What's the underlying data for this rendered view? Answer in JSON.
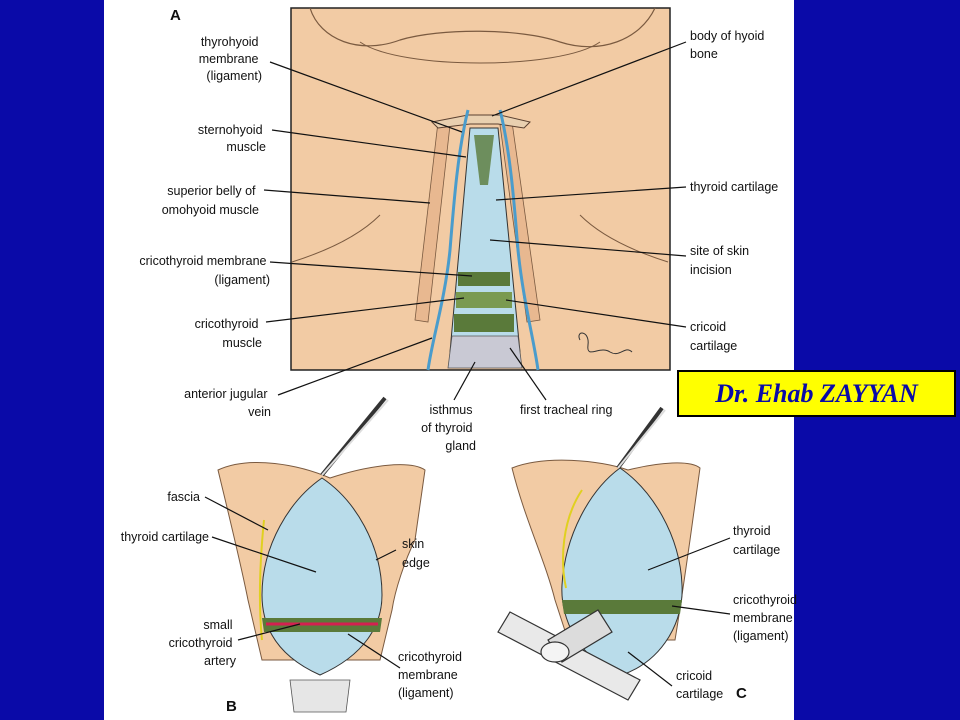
{
  "panels": {
    "a": "A",
    "b": "B",
    "c": "C"
  },
  "credit": "Dr. Ehab ZAYYAN",
  "labels": {
    "thyrohyoid_membrane": [
      "thyrohyoid",
      "membrane",
      "(ligament)"
    ],
    "sternohyoid_muscle": [
      "sternohyoid",
      "muscle"
    ],
    "superior_belly": [
      "superior belly of",
      "omohyoid muscle"
    ],
    "cricothyroid_membrane_a": [
      "cricothyroid membrane",
      "(ligament)"
    ],
    "cricothyroid_muscle": [
      "cricothyroid",
      "muscle"
    ],
    "anterior_jugular": [
      "anterior jugular",
      "vein"
    ],
    "isthmus": [
      "isthmus",
      "of thyroid",
      "gland"
    ],
    "first_tracheal_ring": [
      "first tracheal ring"
    ],
    "body_of_hyoid": [
      "body of hyoid",
      "bone"
    ],
    "thyroid_cartilage_a": [
      "thyroid cartilage"
    ],
    "site_of_skin": [
      "site of skin",
      "incision"
    ],
    "cricoid_cartilage_a": [
      "cricoid",
      "cartilage"
    ],
    "fascia": [
      "fascia"
    ],
    "thyroid_cartilage_b": [
      "thyroid cartilage"
    ],
    "skin_edge": [
      "skin",
      "edge"
    ],
    "small_artery": [
      "small",
      "cricothyroid",
      "artery"
    ],
    "cricothyroid_membrane_b": [
      "cricothyroid",
      "membrane",
      "(ligament)"
    ],
    "thyroid_cartilage_c": [
      "thyroid",
      "cartilage"
    ],
    "cricothyroid_membrane_c": [
      "cricothyroid",
      "membrane",
      "(ligament)"
    ],
    "cricoid_cartilage_c": [
      "cricoid",
      "cartilage"
    ]
  },
  "colors": {
    "background": "#0a0aa8",
    "skin": "#f2cba4",
    "cartilage": "#b9dcea",
    "vein": "#4a9ccc",
    "muscle": "#5a7a3a",
    "artery": "#d42050",
    "credit_bg": "#ffff00",
    "credit_text": "#0a0aa8"
  }
}
